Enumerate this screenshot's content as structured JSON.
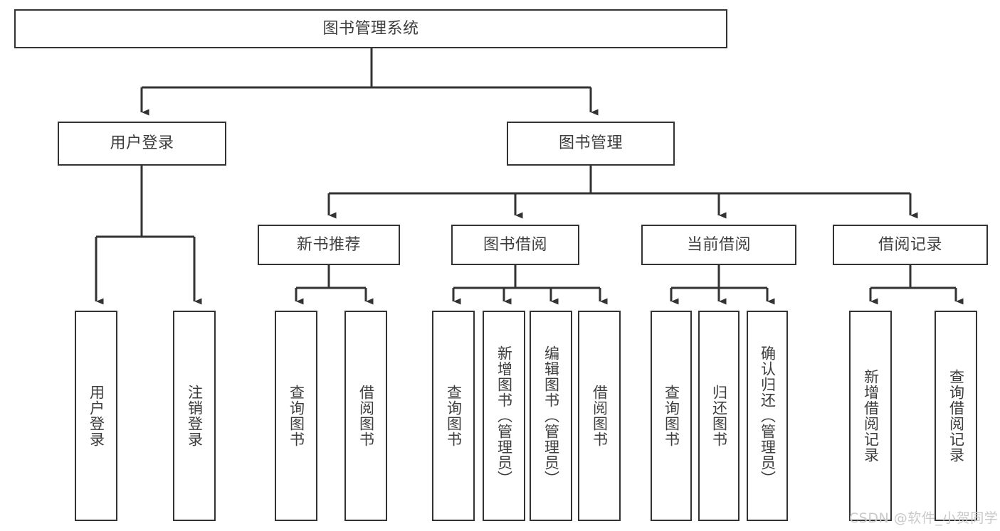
{
  "diagram": {
    "title": "图书管理系统",
    "type": "hierarchy-tree",
    "colors": {
      "box_border": "#333333",
      "box_fill": "#ffffff",
      "connector": "#333333",
      "text": "#3d3d3d",
      "watermark": "#c9c9c9",
      "background": "#ffffff"
    },
    "nodes": {
      "root": {
        "label": "图书管理系统"
      },
      "level2": [
        {
          "label": "用户登录"
        },
        {
          "label": "图书管理"
        }
      ],
      "level3": [
        {
          "label": "新书推荐"
        },
        {
          "label": "图书借阅"
        },
        {
          "label": "当前借阅"
        },
        {
          "label": "借阅记录"
        }
      ],
      "leaves": {
        "user_login": [
          {
            "label": "用户登录"
          },
          {
            "label": "注销登录"
          }
        ],
        "new_book_recommend": [
          {
            "label": "查询图书"
          },
          {
            "label": "借阅图书"
          }
        ],
        "book_borrow": [
          {
            "label": "查询图书"
          },
          {
            "label": "新增图书（管理员）"
          },
          {
            "label": "编辑图书（管理员）"
          },
          {
            "label": "借阅图书"
          }
        ],
        "current_borrow": [
          {
            "label": "查询图书"
          },
          {
            "label": "归还图书"
          },
          {
            "label": "确认归还（管理员）"
          }
        ],
        "borrow_record": [
          {
            "label": "新增借阅记录"
          },
          {
            "label": "查询借阅记录"
          }
        ]
      }
    },
    "watermark": "CSDN @软件_小贺同学"
  }
}
